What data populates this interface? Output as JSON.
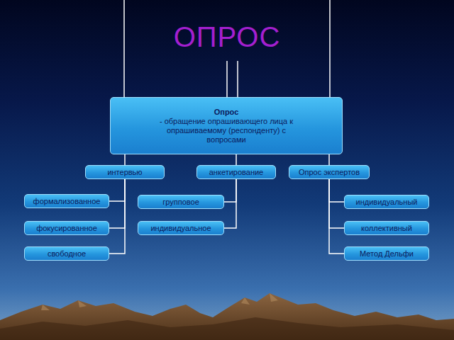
{
  "diagram": {
    "title": "ОПРОС",
    "nodes": [
      {
        "text": [
          "Опрос",
          "- обращение опрашивающего лица к опрашиваемому (респонденту) с вопросами"
        ]
      },
      {
        "text": [
          "интервью"
        ]
      },
      {
        "text": [
          "анкетирование"
        ]
      },
      {
        "text": [
          "Опрос экспертов"
        ]
      },
      {
        "text": [
          "формализованное"
        ]
      },
      {
        "text": [
          "фокусированное"
        ]
      },
      {
        "text": [
          "свободное"
        ]
      },
      {
        "text": [
          "групповое"
        ]
      },
      {
        "text": [
          "индивидуальное"
        ]
      },
      {
        "text": [
          "индивидуальный"
        ]
      },
      {
        "text": [
          "коллективный"
        ]
      },
      {
        "text": [
          "Метод Дельфи"
        ]
      }
    ],
    "edges": [
      {
        "from": 0,
        "to": 1,
        "arrow": "none"
      },
      {
        "from": 0,
        "to": 2,
        "arrow": "none"
      },
      {
        "from": 0,
        "to": 3,
        "arrow": "none"
      },
      {
        "from": 1,
        "to": 4,
        "arrow": "none"
      },
      {
        "from": 1,
        "to": 5,
        "arrow": "none"
      },
      {
        "from": 1,
        "to": 6,
        "arrow": "none"
      },
      {
        "from": 2,
        "to": 7,
        "arrow": "none"
      },
      {
        "from": 2,
        "to": 8,
        "arrow": "none"
      },
      {
        "from": 3,
        "to": 9,
        "arrow": "none"
      },
      {
        "from": 3,
        "to": 10,
        "arrow": "none"
      },
      {
        "from": 3,
        "to": 11,
        "arrow": "none"
      }
    ]
  }
}
